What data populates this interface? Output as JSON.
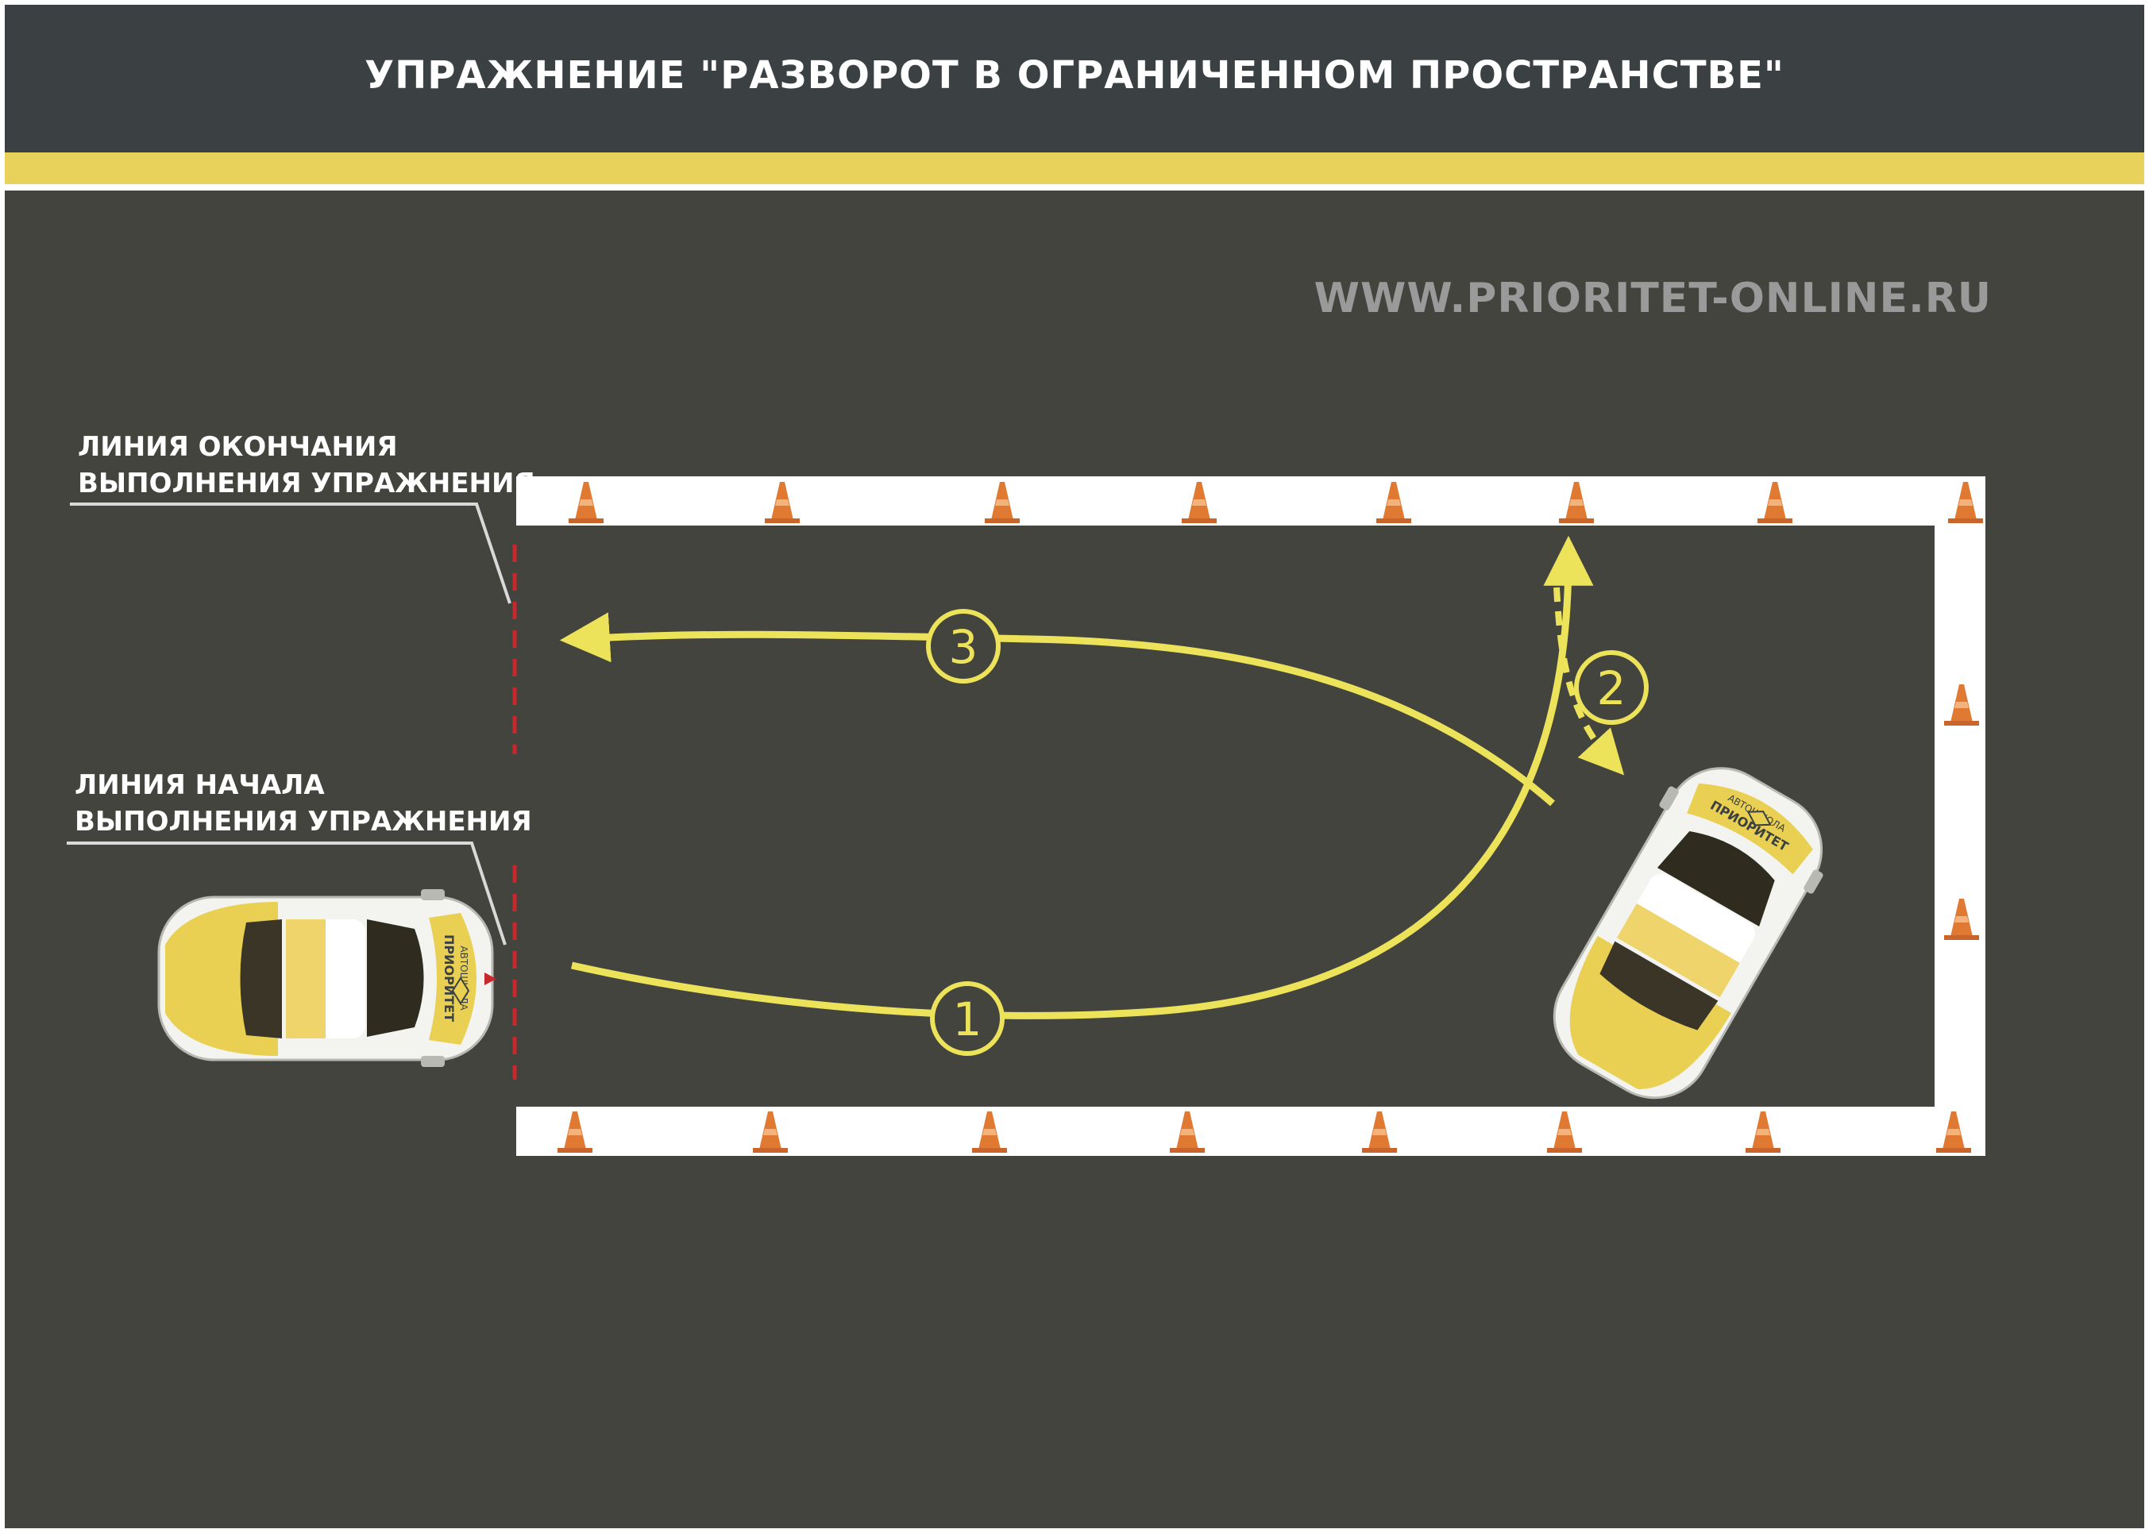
{
  "header": {
    "title": "УПРАЖНЕНИЕ \"РАЗВОРОТ В ОГРАНИЧЕННОМ ПРОСТРАНСТВЕ\""
  },
  "website": "WWW.PRIORITET-ONLINE.RU",
  "labels": {
    "end_line": [
      "ЛИНИЯ ОКОНЧАНИЯ",
      "ВЫПОЛНЕНИЯ УПРАЖНЕНИЯ"
    ],
    "start_line": [
      "ЛИНИЯ НАЧАЛА",
      "ВЫПОЛНЕНИЯ УПРАЖНЕНИЯ"
    ]
  },
  "steps": [
    "1",
    "2",
    "3"
  ],
  "car": {
    "brand_top": "АВТОШКОЛА",
    "brand_main": "ПРИОРИТЕТ"
  },
  "colors": {
    "asphalt": "#44443f",
    "header": "#3b4043",
    "accent_yellow": "#e8d25c",
    "path_yellow": "#ece35a",
    "cone_orange": "#e07a33",
    "boundary_red": "#c8282c"
  }
}
